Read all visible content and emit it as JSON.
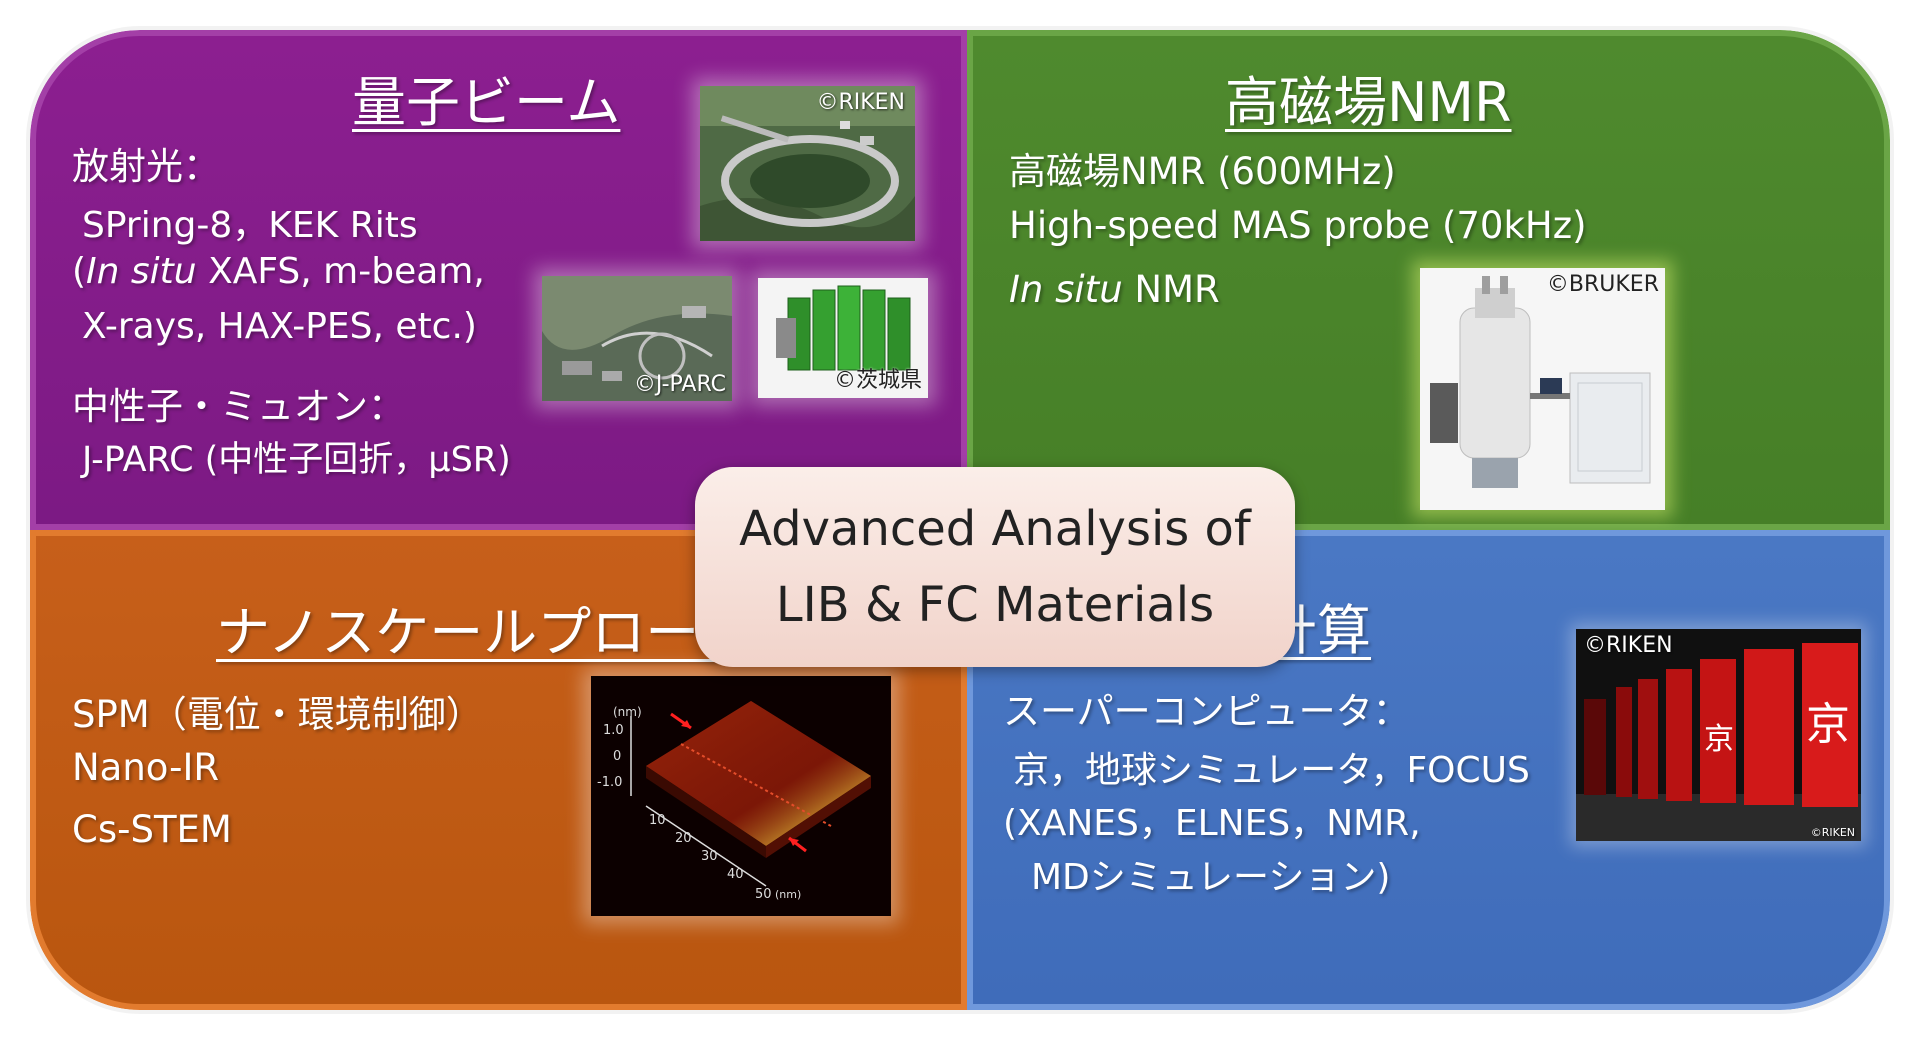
{
  "quadrants": {
    "quantum_beam": {
      "title": "量子ビーム",
      "lines": [
        "放射光：",
        "SPring-8，KEK  Rits",
        "(In situ XAFS, m-beam,",
        "X-rays, HAX-PES, etc.)",
        "中性子・ミュオン：",
        "J-PARC (中性子回折，μSR)"
      ],
      "credits": [
        "©RIKEN",
        "©J-PARC",
        "©茨城県"
      ],
      "color": "#8c1f90"
    },
    "nmr": {
      "title": "高磁場NMR",
      "lines": [
        "高磁場NMR (600MHz)",
        "High-speed MAS probe (70kHz)",
        "In situ NMR"
      ],
      "credits": [
        "©BRUKER"
      ],
      "color": "#4f8a2e"
    },
    "nanoscale": {
      "title": "ナノスケールプローブ",
      "lines": [
        "SPM（電位・環境制御）",
        "Nano-IR",
        "Cs-STEM"
      ],
      "afm": {
        "unit": "(nm)",
        "z_ticks": [
          "1.0",
          "0",
          "-1.0"
        ],
        "xy_ticks": [
          "10",
          "20",
          "30",
          "40",
          "50"
        ]
      },
      "color": "#c75f1a"
    },
    "first_principles": {
      "title": "第一原理計算",
      "lines": [
        "スーパーコンピュータ：",
        "京，地球シミュレータ，FOCUS",
        "(XANES，ELNES，NMR,",
        "MDシミュレーション)"
      ],
      "credits": [
        "©RIKEN",
        "©RIKEN"
      ],
      "kanji": "京",
      "color": "#4a78c4"
    }
  },
  "center": {
    "line1": "Advanced Analysis of",
    "line2": "LIB & FC Materials"
  }
}
